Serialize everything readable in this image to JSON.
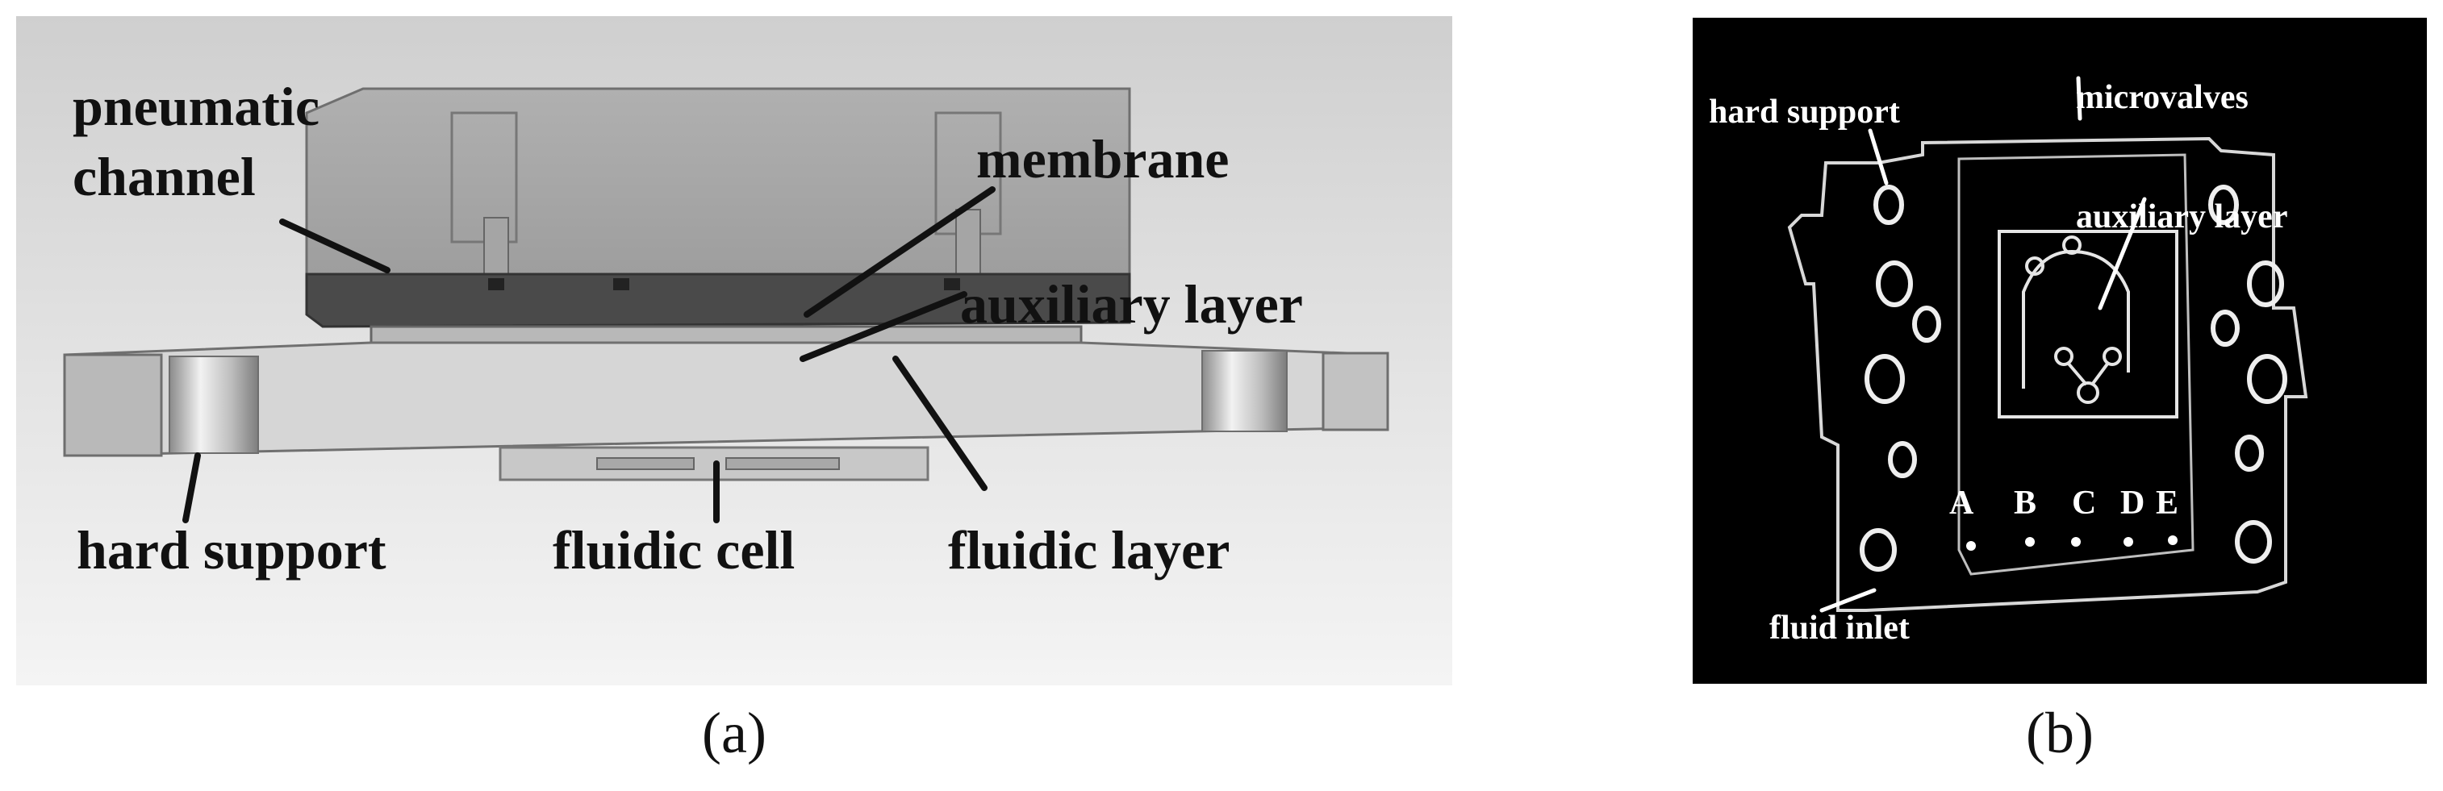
{
  "panel_a": {
    "caption": "(a)",
    "labels": {
      "pneumatic_line1": "pneumatic",
      "pneumatic_line2": "channel",
      "membrane": "membrane",
      "auxiliary_layer": "auxiliary layer",
      "hard_support": "hard support",
      "fluidic_cell": "fluidic cell",
      "fluidic_layer": "fluidic layer"
    }
  },
  "panel_b": {
    "caption": "(b)",
    "labels": {
      "hard_support": "hard support",
      "microvalves": "microvalves",
      "auxiliary_layer": "auxiliary layer",
      "fluid_inlet": "fluid inlet",
      "inlet_A": "A",
      "inlet_B": "B",
      "inlet_C": "C",
      "inlet_D": "D",
      "inlet_E": "E"
    }
  },
  "colors": {
    "panel_b_background": "#000000",
    "label_dark": "#111111",
    "label_light": "#ffffff"
  }
}
